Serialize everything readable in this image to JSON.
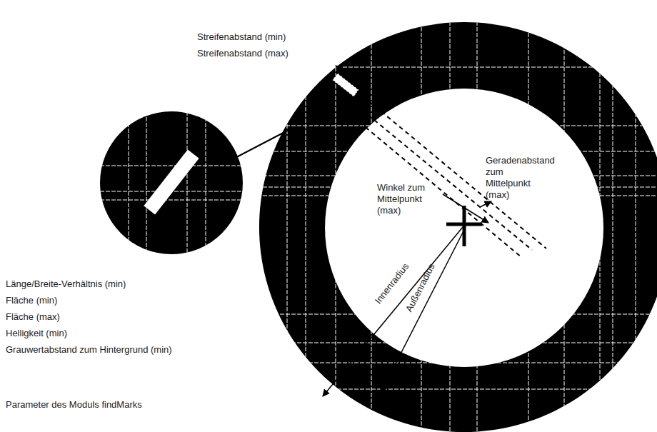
{
  "diagram": {
    "caption": "Parameter des Moduls findMarks",
    "labels": [
      "Streifenabstand (min)",
      "Streifenabstand (max)",
      "Geradenabstand zum Mittelpunkt (max)",
      "Winkel zum Mittelpunkt (max)",
      "Innenradius",
      "Außenradius",
      "Länge/Breite-Verhältnis (min)",
      "Fläche (min)",
      "Fläche (max)",
      "Helligkeit (min)",
      "Grauwertabstand  zum Hintergrund (min)"
    ]
  }
}
